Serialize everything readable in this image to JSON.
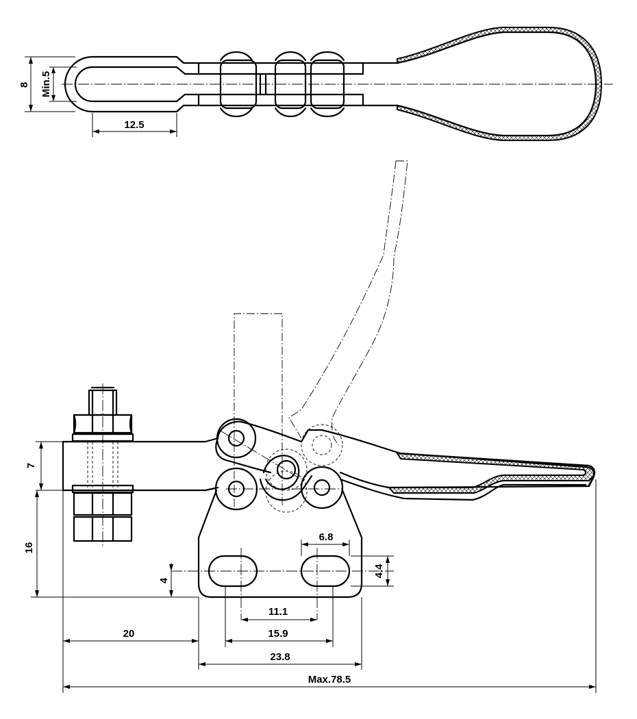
{
  "drawing": {
    "dimensions": {
      "top_height": "8",
      "top_min_gap": "Min.5",
      "top_loop_length": "12.5",
      "arm_height": "7",
      "base_height": "16",
      "slot_offset": "4",
      "slot_length": "6.8",
      "slot_width": "4.4",
      "slot_spacing": "11.1",
      "slot_outer": "15.9",
      "base_width": "23.8",
      "arm_reach": "20",
      "overall_length": "Max.78.5"
    }
  }
}
